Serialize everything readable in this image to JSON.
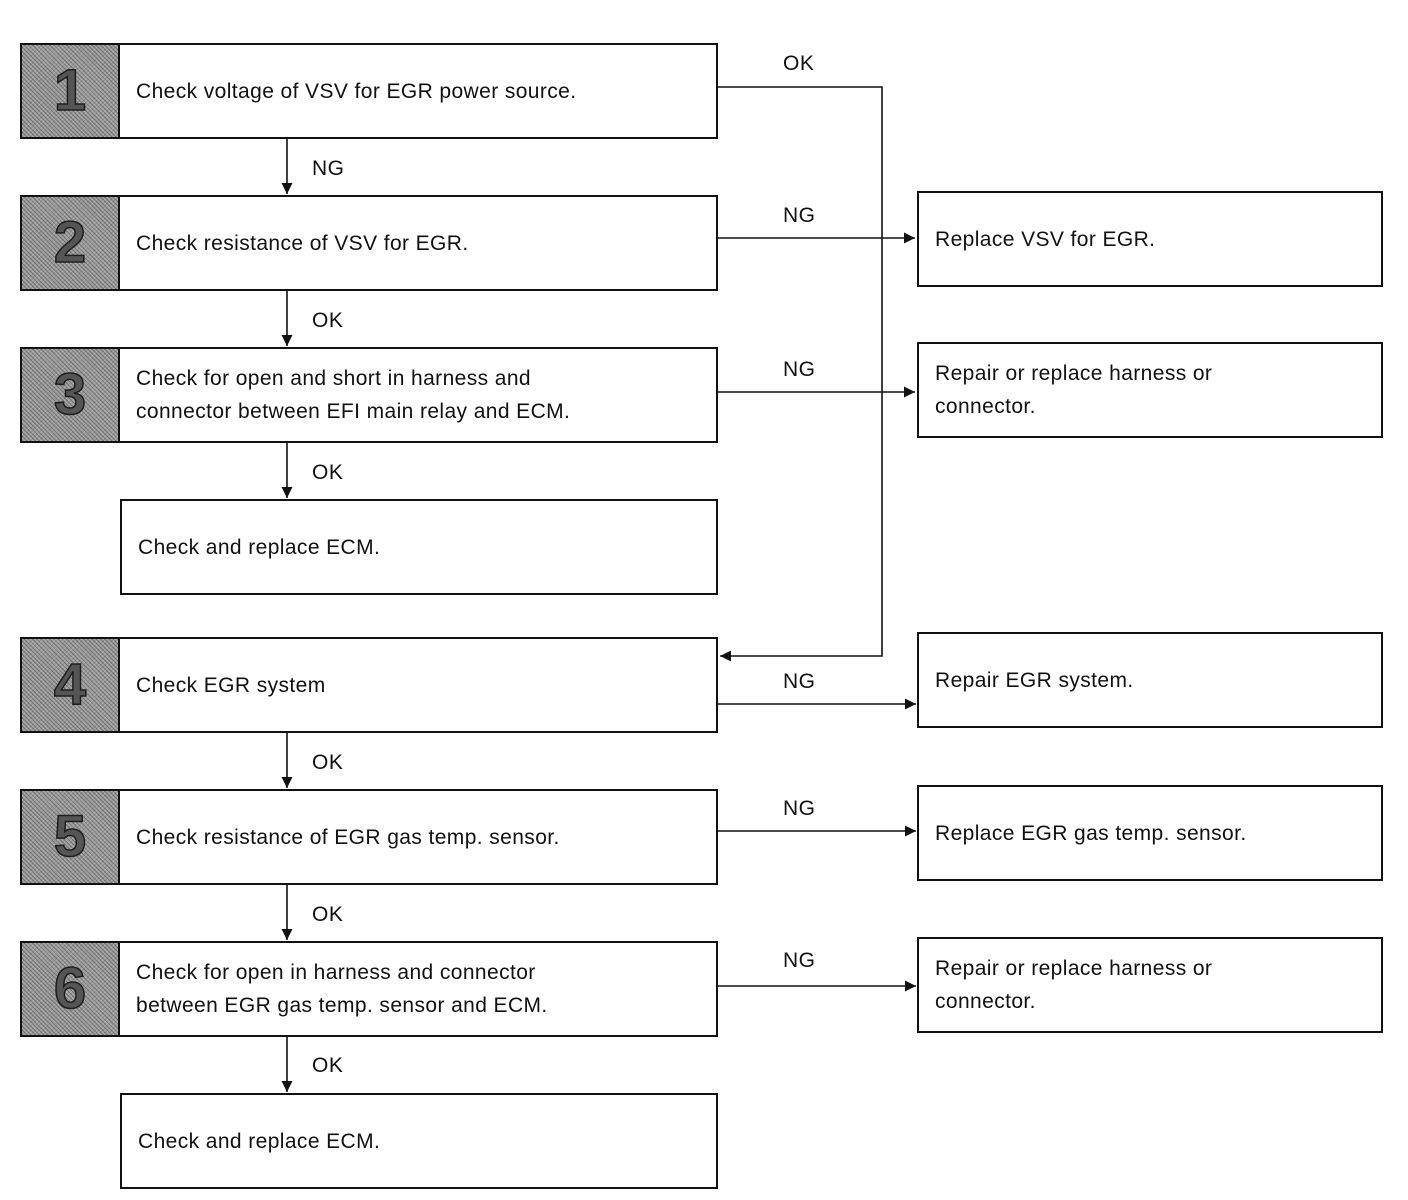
{
  "steps": [
    {
      "number": "1",
      "text": "Check voltage of VSV for EGR power source."
    },
    {
      "number": "2",
      "text": "Check resistance of VSV for EGR."
    },
    {
      "number": "3",
      "text": "Check for open and short in harness and\nconnector between EFI main relay and ECM."
    },
    {
      "plain_text": "Check and replace ECM."
    },
    {
      "number": "4",
      "text": "Check EGR system"
    },
    {
      "number": "5",
      "text": "Check resistance of EGR gas temp. sensor."
    },
    {
      "number": "6",
      "text": "Check for open in harness and connector\nbetween EGR gas temp. sensor and ECM."
    },
    {
      "plain_text": "Check and replace ECM."
    }
  ],
  "results": [
    {
      "text": "Replace VSV for EGR."
    },
    {
      "text": "Repair or replace harness or\nconnector."
    },
    {
      "text": "Repair EGR system."
    },
    {
      "text": "Replace EGR gas temp. sensor."
    },
    {
      "text": "Repair or replace harness or\nconnector."
    }
  ],
  "labels": {
    "step1_ok": "OK",
    "step1_ng": "NG",
    "step2_ng": "NG",
    "step2_ok": "OK",
    "step3_ng": "NG",
    "step3_ok": "OK",
    "step4_ng": "NG",
    "step4_ok": "OK",
    "step5_ng": "NG",
    "step5_ok": "OK",
    "step6_ng": "NG",
    "step6_ok": "OK"
  }
}
